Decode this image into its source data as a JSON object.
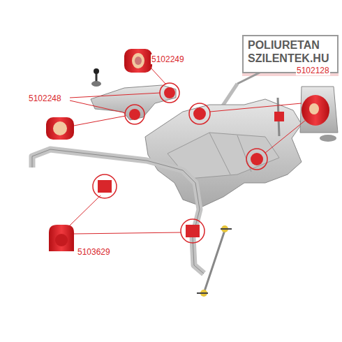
{
  "diagram": {
    "nodes": [
      {
        "text": [
          "POLIURETAN SZILENTEK.HU"
        ]
      }
    ],
    "labels": [
      "5102249",
      "5102248",
      "5103629",
      "5102128"
    ]
  }
}
